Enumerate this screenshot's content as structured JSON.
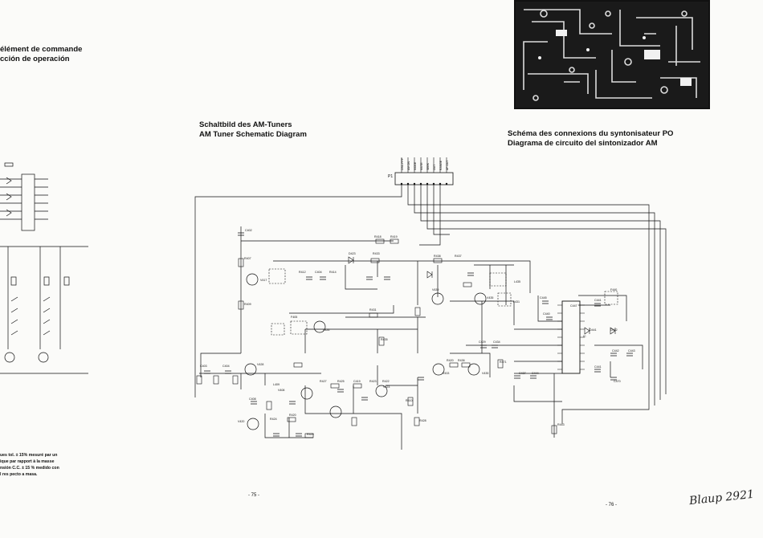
{
  "left_page": {
    "header_fr_cut": "élément de commande",
    "header_es_cut": "cción de operación",
    "note_lines": [
      "ues tol. ± 15% mesuré par un",
      "ique par rapport à la masse",
      "nsión C.C. ± 15 % medido con",
      "l res pecto a masa."
    ]
  },
  "schematic": {
    "title_de": "Schaltbild des AM-Tuners",
    "title_en": "AM Tuner Schematic Diagram",
    "title_fr": "Schéma des connexions du syntonisateur PO",
    "title_es": "Diagrama de circuito del sintonizador AM",
    "connector_label": "P1"
  },
  "page_numbers": {
    "left": "- 75 -",
    "right": "- 76 -"
  },
  "handwriting": "Blaup 2921"
}
